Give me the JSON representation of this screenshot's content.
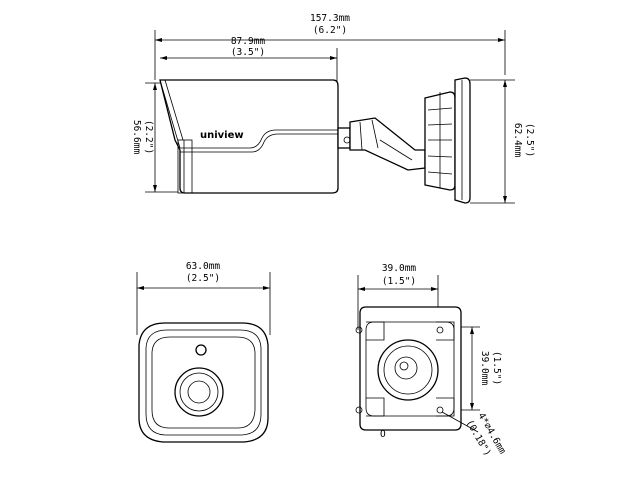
{
  "side_view": {
    "overall_length": {
      "metric": "157.3mm",
      "imperial": "(6.2\")"
    },
    "body_length": {
      "metric": "87.9mm",
      "imperial": "(3.5\")"
    },
    "body_height": {
      "metric": "56.6mm",
      "imperial": "(2.2\")"
    },
    "mount_height": {
      "metric": "62.4mm",
      "imperial": "(2.5\")"
    },
    "brand_logo": "uniview"
  },
  "front_view": {
    "width": {
      "metric": "63.0mm",
      "imperial": "(2.5\")"
    }
  },
  "mount_view": {
    "width": {
      "metric": "39.0mm",
      "imperial": "(1.5\")"
    },
    "height": {
      "metric": "39.0mm",
      "imperial": "(1.5\")"
    },
    "holes": {
      "metric": "4*∅4.6mm",
      "imperial": "(0.18\")"
    }
  }
}
